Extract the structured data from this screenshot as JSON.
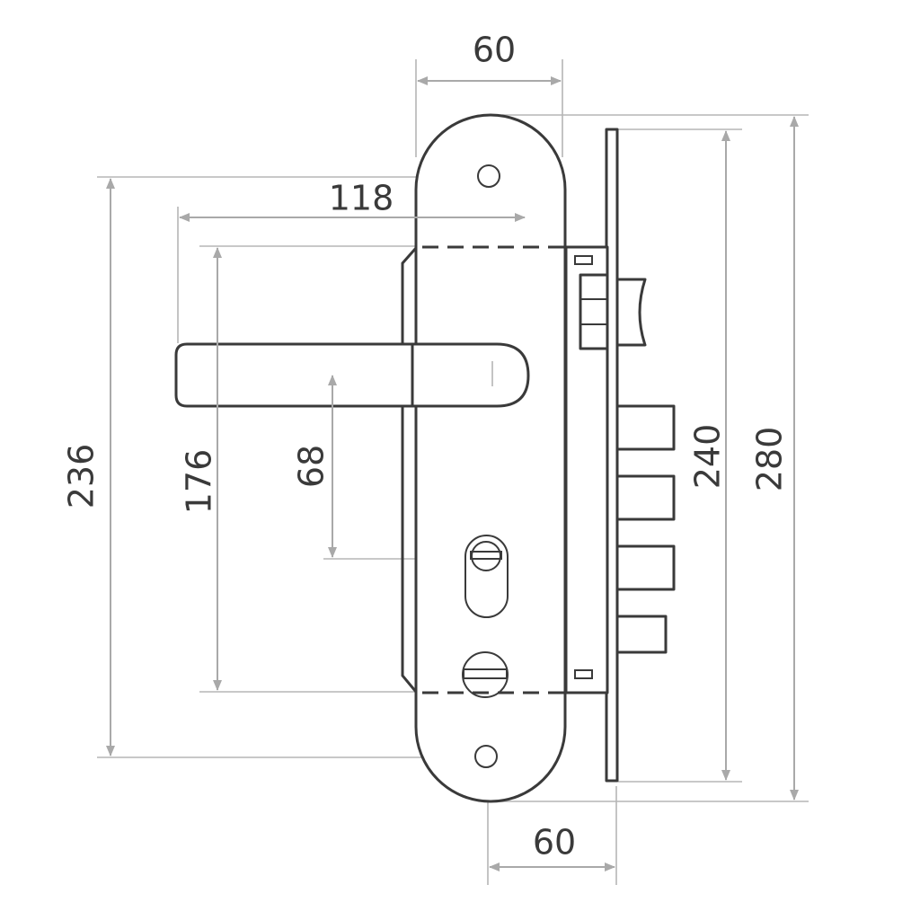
{
  "dimensions": {
    "faceplate_width": "60",
    "handle_projection": "118",
    "mounting_hole_spacing": "236",
    "handle_plate_height": "176",
    "handle_to_cylinder": "68",
    "faceplate_edge_length": "240",
    "overall_height": "280",
    "backset": "60"
  }
}
